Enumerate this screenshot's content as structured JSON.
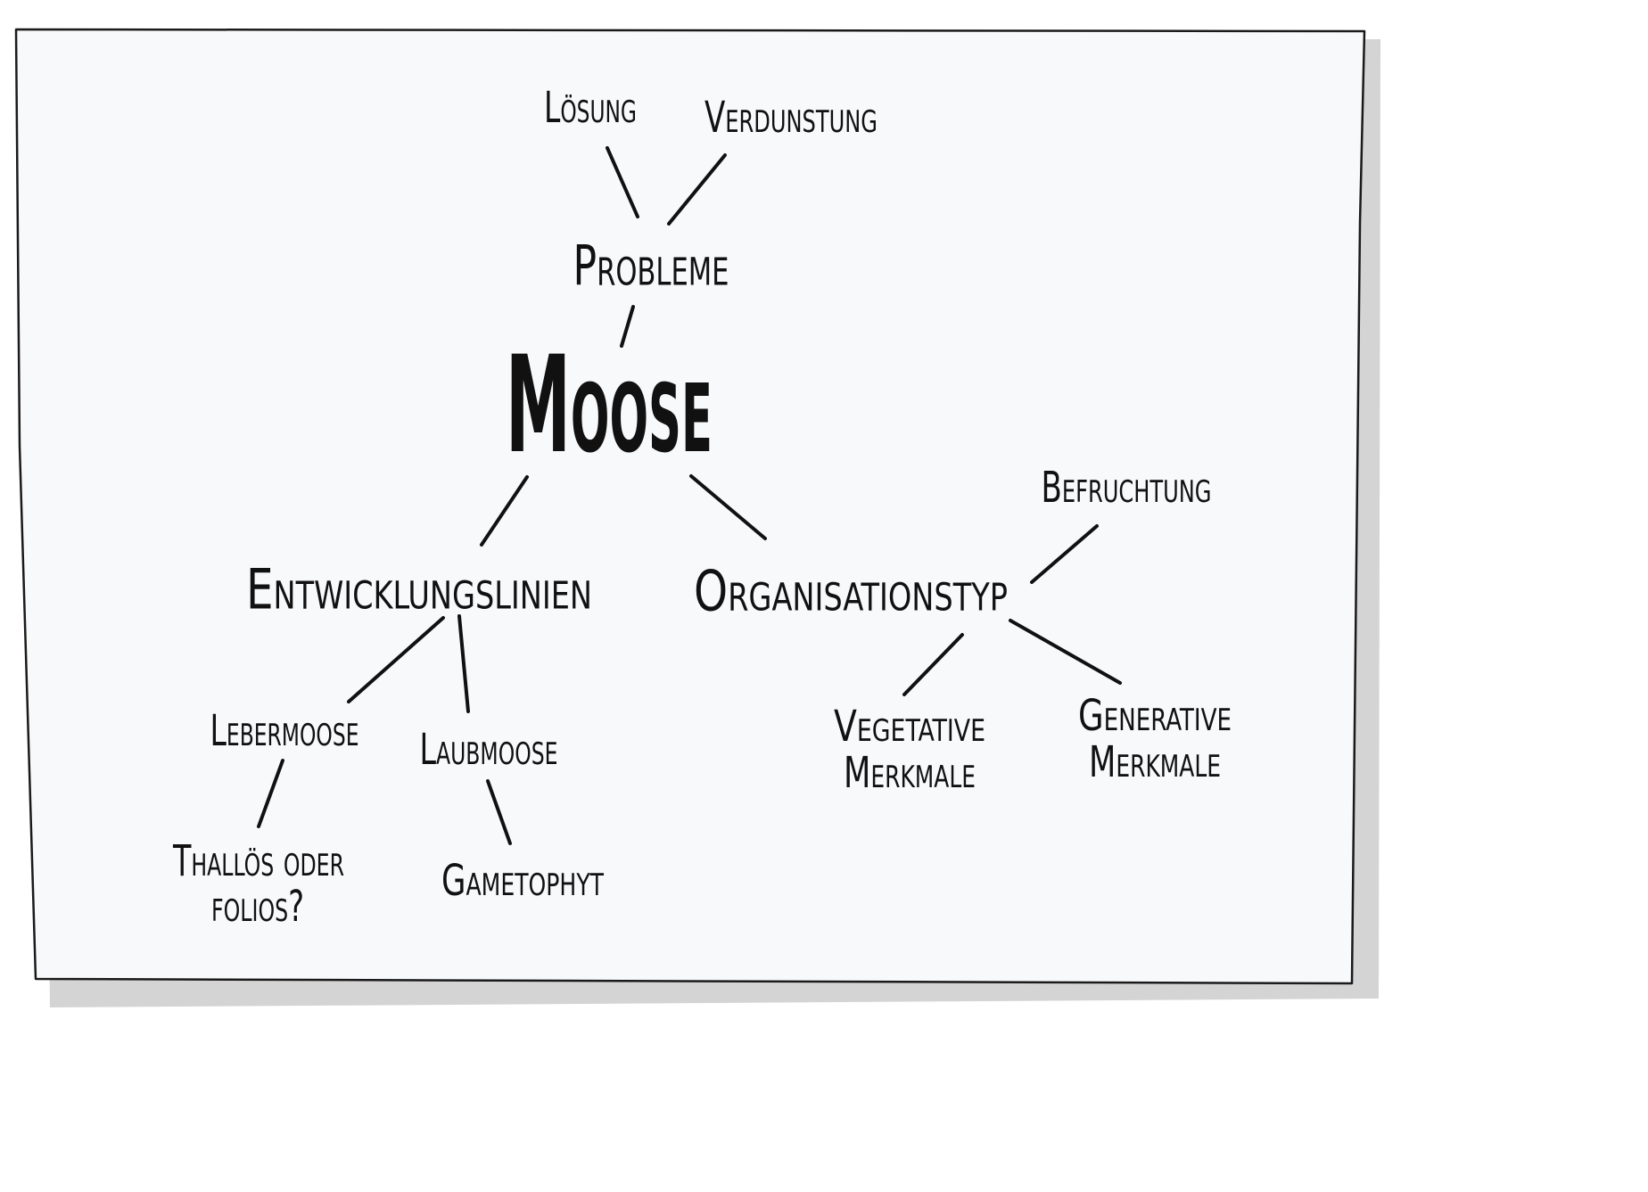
{
  "diagram": {
    "type": "mind-map",
    "root": "Moose",
    "nodes": {
      "problems": "Probleme",
      "solution": "Lösung",
      "evaporation": "Verdunstung",
      "lineages": "Entwicklungslinien",
      "organization": "Organisationstyp",
      "liverworts": "Lebermoose",
      "mosses": "Laubmoose",
      "thallose_question_l1": "Thallös oder",
      "thallose_question_l2": "folios?",
      "gametophyte": "Gametophyt",
      "fertilization": "Befruchtung",
      "vegetative_l1": "Vegetative",
      "vegetative_l2": "Merkmale",
      "generative_l1": "Generative",
      "generative_l2": "Merkmale"
    },
    "edges": [
      [
        "root",
        "problems"
      ],
      [
        "problems",
        "solution"
      ],
      [
        "problems",
        "evaporation"
      ],
      [
        "root",
        "lineages"
      ],
      [
        "root",
        "organization"
      ],
      [
        "lineages",
        "liverworts"
      ],
      [
        "lineages",
        "mosses"
      ],
      [
        "liverworts",
        "thallose_question"
      ],
      [
        "mosses",
        "gametophyte"
      ],
      [
        "organization",
        "fertilization"
      ],
      [
        "organization",
        "vegetative"
      ],
      [
        "organization",
        "generative"
      ]
    ]
  }
}
